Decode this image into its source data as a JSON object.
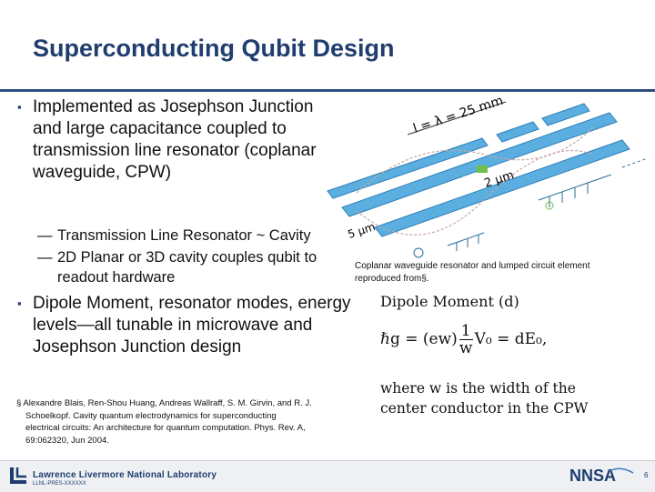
{
  "slide": {
    "title": "Superconducting Qubit Design",
    "bullets": [
      {
        "text": "Implemented as Josephson Junction and large capacitance coupled to transmission line resonator (coplanar waveguide, CPW)"
      },
      {
        "text": "Dipole Moment, resonator modes, energy levels—all tunable in microwave and Josephson Junction design"
      }
    ],
    "sub_bullets": [
      {
        "text": "Transmission Line Resonator ~ Cavity"
      },
      {
        "text": "2D Planar or 3D cavity couples qubit to readout hardware"
      }
    ],
    "footnote_line1": "§ Alexandre Blais, Ren-Shou Huang, Andreas Wallraff, S. M. Girvin, and R. J.",
    "footnote_line2": "Schoelkopf. Cavity quantum electrodynamics for superconducting",
    "footnote_line3": "electrical circuits: An architecture for quantum computation. Phys. Rev. A,",
    "footnote_line4": "69:062320, Jun 2004.",
    "caption": "Coplanar waveguide resonator and lumped circuit element reproduced from§.",
    "figure_labels": {
      "length": "l = λ = 25 mm",
      "gap": "2 μm",
      "width": "5 μm"
    },
    "equation": {
      "label": "Dipole Moment (d)",
      "lhs": "ℏg = (ew)",
      "frac_num": "1",
      "frac_den": "w",
      "rhs": "V₀ = dE₀,",
      "where_line1": "where w is the width of the",
      "where_line2": "center conductor in the CPW"
    },
    "footer": {
      "lab_name": "Lawrence Livermore National Laboratory",
      "code": "LLNL-PRES-XXXXXX",
      "agency": "NNSA",
      "page": "6"
    },
    "colors": {
      "title": "#1f3d6e",
      "rule": "#2d4f80",
      "waveguide": "#5aaee0"
    }
  }
}
